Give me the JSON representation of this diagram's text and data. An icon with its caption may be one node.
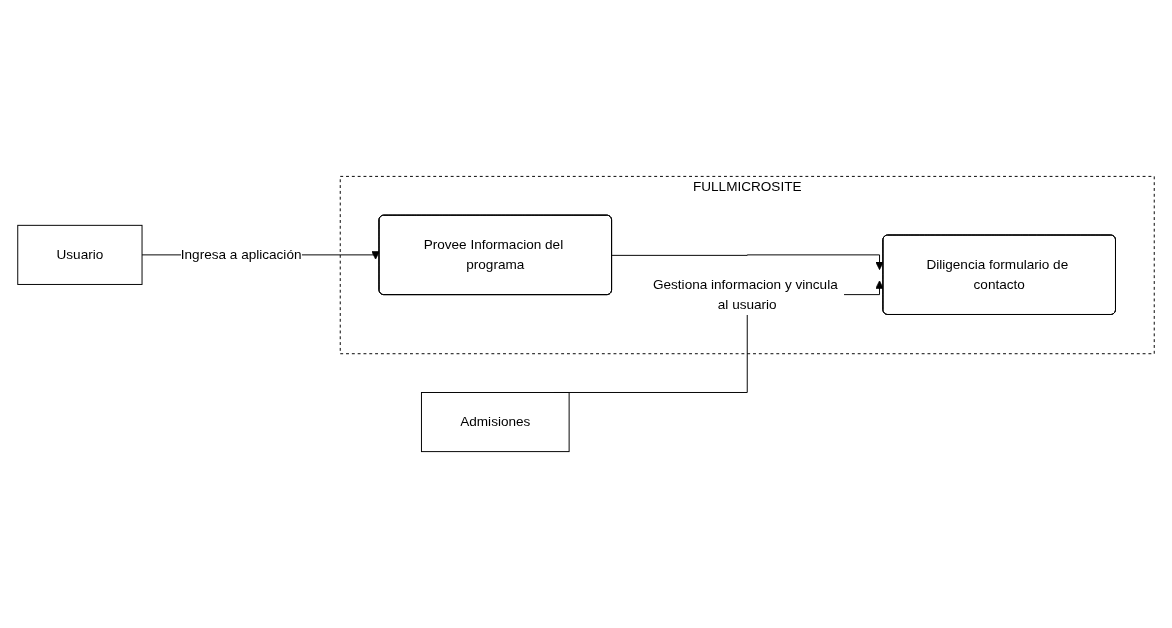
{
  "diagram": {
    "nodes": [
      {
        "text": [
          "FULLMICROSITE"
        ]
      },
      {
        "text": [
          "Provee Informacion del programa"
        ],
        "in": 0
      },
      {
        "text": [
          "Diligencia formulario de contacto"
        ],
        "in": 0
      },
      {
        "text": [
          "Usuario"
        ]
      },
      {
        "text": [
          "Admisiones"
        ]
      }
    ],
    "edges": [
      {
        "from": 3,
        "to": 1,
        "arrow": "to",
        "label": "Ingresa a aplicación"
      },
      {
        "from": 1,
        "to": 2,
        "arrow": "to"
      },
      {
        "from": 4,
        "to": 2,
        "arrow": "to",
        "label": "Gestiona informacion y vincula al usuario"
      }
    ]
  }
}
